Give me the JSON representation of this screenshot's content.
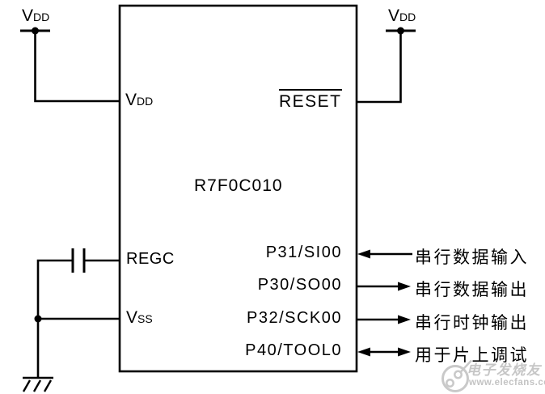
{
  "colors": {
    "line": "#000000",
    "text": "#000000",
    "watermark_gray": "#c6c6c6",
    "background": "#ffffff"
  },
  "power": {
    "vdd_left": {
      "main": "V",
      "sub": "DD"
    },
    "vdd_right": {
      "main": "V",
      "sub": "DD"
    }
  },
  "chip": {
    "title": "R7F0C010",
    "pin_vdd": {
      "main": "V",
      "sub": "DD"
    },
    "pin_reset": "RESET",
    "pin_regc": "REGC",
    "pin_vss": {
      "main": "V",
      "sub": "SS"
    },
    "right_pins": [
      {
        "label": "P31/SI00",
        "direction": "input",
        "annotation": "串行数据输入"
      },
      {
        "label": "P30/SO00",
        "direction": "output",
        "annotation": "串行数据输出"
      },
      {
        "label": "P32/SCK00",
        "direction": "output",
        "annotation": "串行时钟输出"
      },
      {
        "label": "P40/TOOL0",
        "direction": "bidirectional",
        "annotation": "用于片上调试"
      }
    ]
  },
  "symbols": {
    "vdd_left": "power-tap-symbol",
    "vdd_right": "power-tap-symbol",
    "capacitor": "capacitor-symbol",
    "ground": "earth-ground-symbol",
    "reset_overline": "active-low-overline",
    "arrow_styles": [
      "arrow-left",
      "arrow-right",
      "arrow-right",
      "arrow-double"
    ]
  },
  "watermark": {
    "brand": "电子发烧友",
    "url": "www.elecfans.com"
  }
}
